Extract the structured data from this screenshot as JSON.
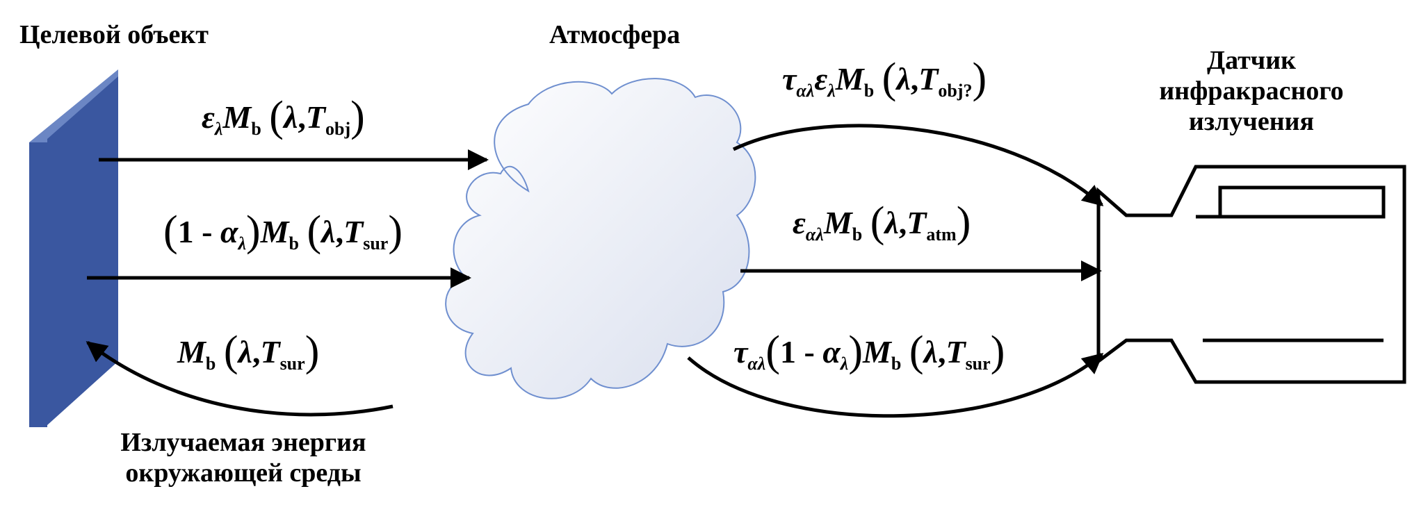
{
  "labels": {
    "target": "Целевой объект",
    "atmosphere": "Атмосфера",
    "sensor_line1": "Датчик",
    "sensor_line2": "инфракрасного",
    "sensor_line3": "излучения",
    "ambient_line1": "Излучаемая энергия",
    "ambient_line2": "окружающей среды"
  },
  "formulas": {
    "obj_emission": {
      "eps": "ε",
      "eps_sub": "λ",
      "M": "M",
      "M_sub": "b",
      "lambda": "λ",
      "T": "T",
      "T_sub": "obj"
    },
    "reflected": {
      "one_minus": "1 - ",
      "alpha": "α",
      "alpha_sub": "λ",
      "M": "M",
      "M_sub": "b",
      "lambda": "λ",
      "T": "T",
      "T_sub": "sur"
    },
    "ambient": {
      "M": "M",
      "M_sub": "b",
      "lambda": "λ",
      "T": "T",
      "T_sub": "sur"
    },
    "transmitted_obj": {
      "tau": "τ",
      "tau_sub": "αλ",
      "eps": "ε",
      "eps_sub": "λ",
      "M": "M",
      "M_sub": "b",
      "lambda": "λ",
      "T": "T",
      "T_sub": "obj?"
    },
    "atm_emission": {
      "eps": "ε",
      "eps_sub": "αλ",
      "M": "M",
      "M_sub": "b",
      "lambda": "λ",
      "T": "T",
      "T_sub": "atm"
    },
    "transmitted_reflected": {
      "tau": "τ",
      "tau_sub": "αλ",
      "one_minus": "1 - ",
      "alpha": "α",
      "alpha_sub": "λ",
      "M": "M",
      "M_sub": "b",
      "lambda": "λ",
      "T": "T",
      "T_sub": "sur"
    }
  },
  "colors": {
    "plate_front": "#3a57a0",
    "plate_side": "#6b86c4",
    "plate_top": "#9fb2de",
    "cloud_stroke": "#6f8fcf",
    "cloud_fill_light": "#ffffff",
    "cloud_fill_dark": "#d9dfee",
    "line": "#000000"
  }
}
